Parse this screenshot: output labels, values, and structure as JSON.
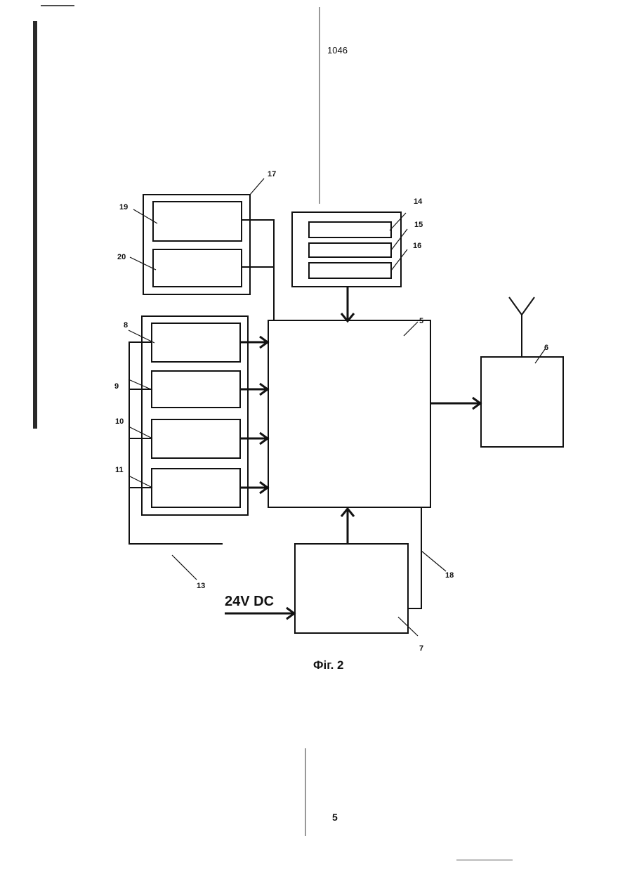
{
  "header": {
    "number": "1046"
  },
  "figure": {
    "caption": "Фіг. 2",
    "power_label": "24V DC",
    "labels": {
      "l5": "5",
      "l6": "6",
      "l7": "7",
      "l8": "8",
      "l9": "9",
      "l10": "10",
      "l11": "11",
      "l13": "13",
      "l14": "14",
      "l15": "15",
      "l16": "16",
      "l17": "17",
      "l18": "18",
      "l19": "19",
      "l20": "20"
    }
  },
  "footer": {
    "page_number": "5"
  }
}
